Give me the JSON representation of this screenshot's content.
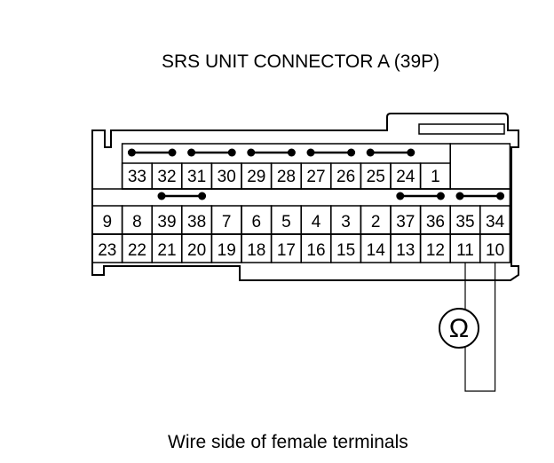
{
  "title": "SRS UNIT CONNECTOR A (39P)",
  "footer": "Wire side of female terminals",
  "meter_symbol": "Ω",
  "meter_icon": "ohmmeter-icon",
  "connector": {
    "row1": [
      "33",
      "32",
      "31",
      "30",
      "29",
      "28",
      "27",
      "26",
      "25",
      "24",
      "1"
    ],
    "row2": [
      "9",
      "8",
      "39",
      "38",
      "7",
      "6",
      "5",
      "4",
      "3",
      "2",
      "37",
      "36",
      "35",
      "34"
    ],
    "row3": [
      "23",
      "22",
      "21",
      "20",
      "19",
      "18",
      "17",
      "16",
      "15",
      "14",
      "13",
      "12",
      "11",
      "10"
    ],
    "shorting_bars_row1": [
      [
        "33",
        "32"
      ],
      [
        "31",
        "30"
      ],
      [
        "29",
        "28"
      ],
      [
        "27",
        "26"
      ],
      [
        "25",
        "24"
      ]
    ],
    "shorting_bars_row2": [
      [
        "39",
        "38"
      ],
      [
        "37",
        "36"
      ],
      [
        "35",
        "34"
      ]
    ],
    "meter_probes": [
      "11",
      "10"
    ]
  }
}
